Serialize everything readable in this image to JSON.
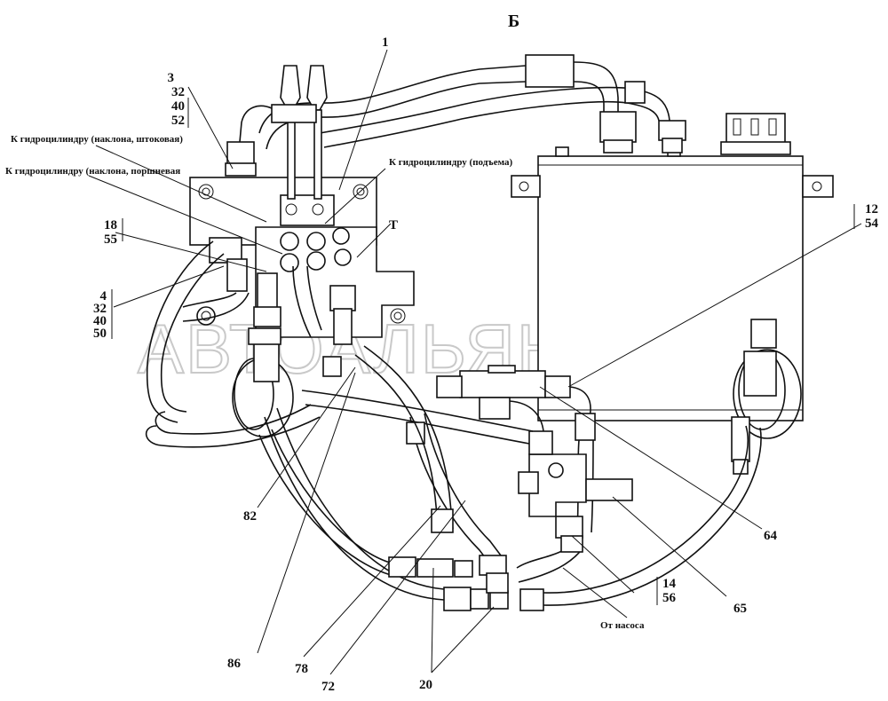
{
  "title": "Б",
  "watermark": "АВТОАЛЬЯНС",
  "captions": {
    "tilt_rod": "К гидроцилиндру (наклона, штоковая)",
    "tilt_piston": "К гидроцилиндру (наклона, поршневая",
    "lift": "К гидроцилиндру (подъема)",
    "from_pump": "От насоса",
    "tank_port": "Т"
  },
  "callouts": {
    "c1": "1",
    "c3": [
      "3",
      "32",
      "40",
      "52"
    ],
    "c18": [
      "18",
      "55"
    ],
    "c4": [
      "4",
      "32",
      "40",
      "50"
    ],
    "c12": [
      "12",
      "54"
    ],
    "c14": [
      "14",
      "56"
    ],
    "c82": "82",
    "c86": "86",
    "c78": "78",
    "c72": "72",
    "c20": "20",
    "c64": "64",
    "c65": "65"
  }
}
